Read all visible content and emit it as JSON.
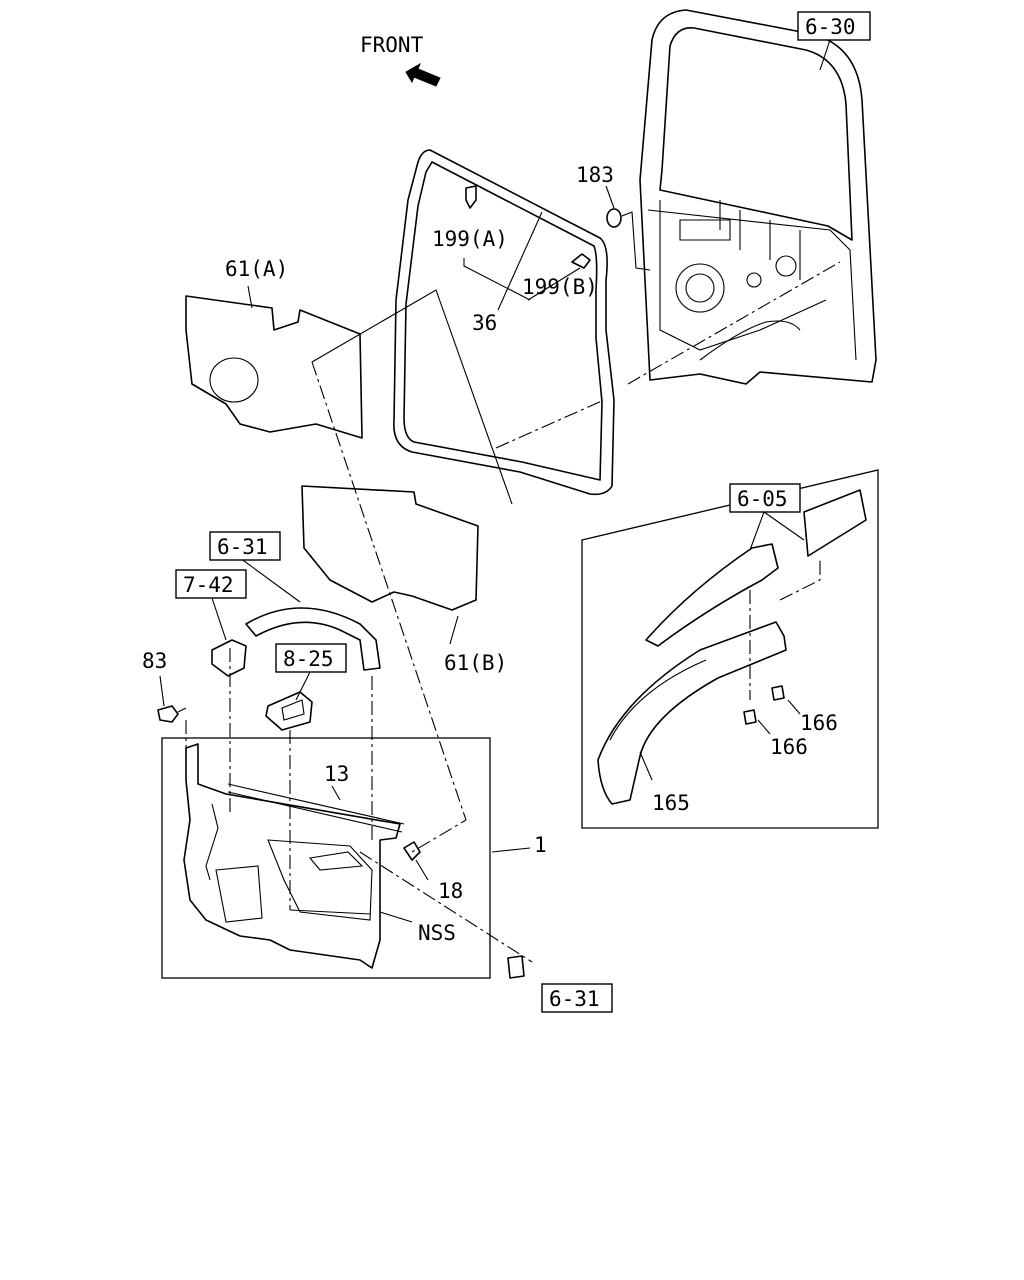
{
  "front_label": "FRONT",
  "callouts": {
    "c1": "1",
    "c13": "13",
    "c18": "18",
    "c36": "36",
    "c61a": "61(A)",
    "c61b": "61(B)",
    "c83": "83",
    "c165": "165",
    "c166a": "166",
    "c166b": "166",
    "c183": "183",
    "c199a": "199(A)",
    "c199b": "199(B)",
    "nss": "NSS"
  },
  "references": {
    "r630": "6-30",
    "r605": "6-05",
    "r631a": "6-31",
    "r631b": "6-31",
    "r742": "7-42",
    "r825": "8-25"
  },
  "icons": {
    "front_arrow": "front-direction-arrow-icon"
  }
}
